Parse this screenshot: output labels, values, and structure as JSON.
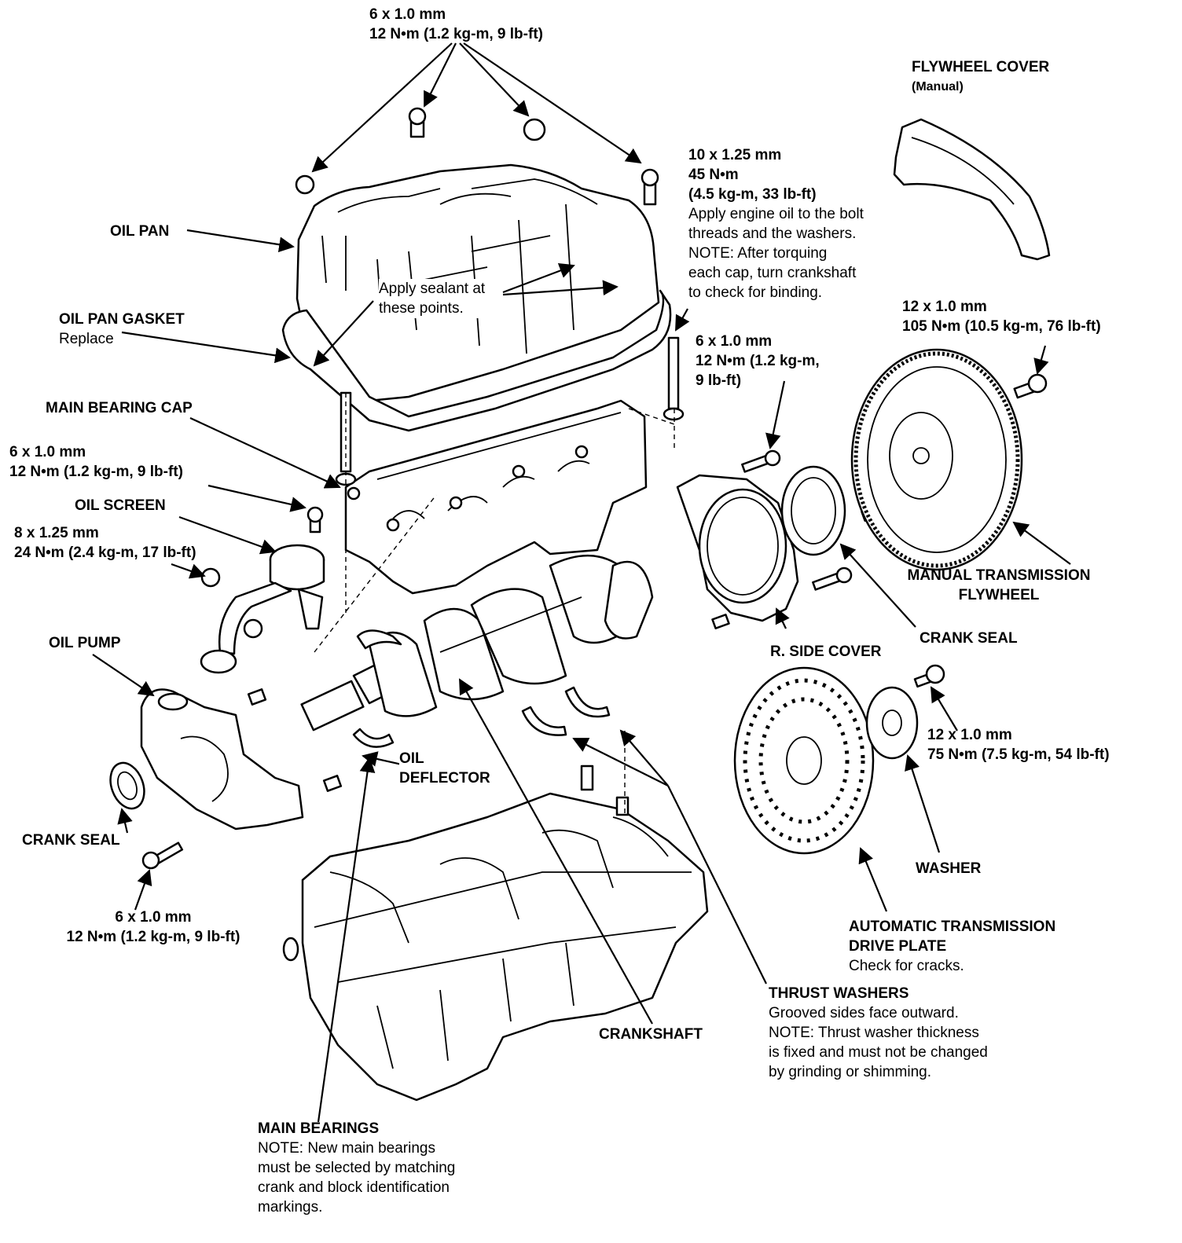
{
  "labels": {
    "top_bolt": {
      "size": "6 x 1.0 mm",
      "torque": "12 N•m (1.2 kg-m, 9 lb-ft)"
    },
    "flywheel_cover": {
      "title": "FLYWHEEL COVER",
      "note": "(Manual)"
    },
    "cap_bolt": {
      "size": "10 x 1.25 mm",
      "torque": "45 N•m",
      "torque2": "(4.5 kg-m, 33 lb-ft)",
      "note1": "Apply engine oil to the bolt",
      "note2": "threads and the washers.",
      "note3": "NOTE: After torquing",
      "note4": "each cap, turn crankshaft",
      "note5": "to check for binding."
    },
    "oil_pan": "OIL PAN",
    "sealant": {
      "line1": "Apply sealant at",
      "line2": "these points."
    },
    "oil_pan_gasket": {
      "title": "OIL PAN GASKET",
      "note": "Replace"
    },
    "flywheel_bolt": {
      "size": "12 x 1.0 mm",
      "torque": "105 N•m (10.5 kg-m, 76 lb-ft)"
    },
    "side_cover_bolt": {
      "size": "6 x 1.0 mm",
      "torque1": "12 N•m (1.2 kg-m,",
      "torque2": "9 lb-ft)"
    },
    "main_bearing_cap": "MAIN BEARING CAP",
    "screen_bolt": {
      "size": "6 x 1.0 mm",
      "torque": "12 N•m (1.2 kg-m, 9 lb-ft)"
    },
    "oil_screen": "OIL  SCREEN",
    "screen_nut": {
      "size": "8 x 1.25 mm",
      "torque": "24 N•m (2.4 kg-m, 17 lb-ft)"
    },
    "manual_flywheel": {
      "line1": "MANUAL TRANSMISSION",
      "line2": "FLYWHEEL"
    },
    "oil_pump": "OIL PUMP",
    "crank_seal_right": "CRANK SEAL",
    "r_side_cover": "R. SIDE COVER",
    "drive_plate_bolt": {
      "size": "12 x 1.0 mm",
      "torque": "75 N•m (7.5 kg-m, 54 lb-ft)"
    },
    "oil_deflector": {
      "line1": "OIL",
      "line2": "DEFLECTOR"
    },
    "crank_seal_left": "CRANK SEAL",
    "washer": "WASHER",
    "pump_bolt": {
      "size": "6 x 1.0 mm",
      "torque": "12 N•m (1.2 kg-m, 9 lb-ft)"
    },
    "drive_plate": {
      "line1": "AUTOMATIC TRANSMISSION",
      "line2": "DRIVE PLATE",
      "note": "Check for cracks."
    },
    "thrust_washers": {
      "title": "THRUST WASHERS",
      "note1": "Grooved sides face outward.",
      "note2": "NOTE: Thrust washer thickness",
      "note3": "is fixed and must not be changed",
      "note4": "by grinding or shimming."
    },
    "crankshaft": "CRANKSHAFT",
    "main_bearings": {
      "title": "MAIN BEARINGS",
      "note1": "NOTE: New main bearings",
      "note2": "must be selected by matching",
      "note3": "crank and block identification",
      "note4": "markings."
    }
  }
}
